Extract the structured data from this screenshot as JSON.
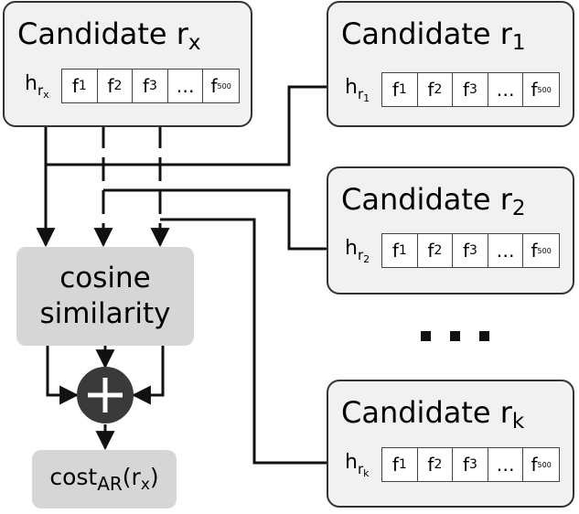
{
  "candidates": [
    {
      "id": "rx",
      "title": "Candidate r",
      "title_sub": "x",
      "h": "h",
      "h_sub1": "r",
      "h_sub2": "x"
    },
    {
      "id": "r1",
      "title": "Candidate r",
      "title_sub": "1",
      "h": "h",
      "h_sub1": "r",
      "h_sub2": "1"
    },
    {
      "id": "r2",
      "title": "Candidate r",
      "title_sub": "2",
      "h": "h",
      "h_sub1": "r",
      "h_sub2": "2"
    },
    {
      "id": "rk",
      "title": "Candidate r",
      "title_sub": "k",
      "h": "h",
      "h_sub1": "r",
      "h_sub2": "k"
    }
  ],
  "features": [
    {
      "base": "f",
      "sub": "1"
    },
    {
      "base": "f",
      "sub": "2"
    },
    {
      "base": "f",
      "sub": "3"
    },
    {
      "base": "…",
      "sub": ""
    },
    {
      "base": "f",
      "sub": "500"
    }
  ],
  "cosine_label": "cosine similarity",
  "cost_label": {
    "text": "cost",
    "sub": "AR",
    "paren_open": "(r",
    "paren_sub": "x",
    "paren_close": ")"
  },
  "ellipsis_dots": 3,
  "colors": {
    "box_fill": "#f1f1f1",
    "block_fill": "#d6d6d6",
    "plus_circle": "#3a3a3a",
    "line": "#111111"
  },
  "icons": [
    "plus-icon"
  ]
}
